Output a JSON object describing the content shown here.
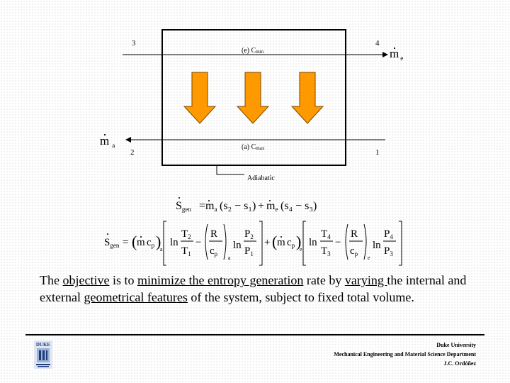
{
  "diagram": {
    "top_label": "(e) C",
    "top_label_sub": "min",
    "bottom_label": "(a) C",
    "bottom_label_sub": "max",
    "adiabatic_label": "Adiabatic",
    "node_3": "3",
    "node_4": "4",
    "node_2": "2",
    "node_1": "1",
    "mdot_symbol": "m",
    "mdot_e_sub": "e",
    "mdot_a_sub": "a",
    "arrow_color": "#ff9900",
    "arrow_stroke": "#7a4a00"
  },
  "equations": {
    "eq1": {
      "lhs": "S",
      "lhs_sub": "gen",
      "term1": "m",
      "term1_sub": "a",
      "term1_body": "(s₂ − s₁)",
      "term2": "m",
      "term2_sub": "e",
      "term2_body": "(s₄ − s₃)"
    },
    "eq2": {
      "ln": "ln",
      "R": "R",
      "c": "c",
      "p": "p",
      "T2": "T",
      "T2_sub": "2",
      "T1": "T",
      "T1_sub": "1",
      "P2": "P",
      "P2_sub": "2",
      "P1": "P",
      "P1_sub": "1",
      "T4": "T",
      "T4_sub": "4",
      "T3": "T",
      "T3_sub": "3",
      "P4": "P",
      "P4_sub": "4",
      "P3": "P",
      "P3_sub": "3",
      "sub_a": "a",
      "sub_e": "e"
    }
  },
  "paragraph": {
    "p1": "The ",
    "objective": "objective",
    "p2": " is to ",
    "minimize": "minimize the entropy generation",
    "p3": " rate by ",
    "varying": "varying ",
    "p4": "the internal and external ",
    "geometrical": "geometrical features",
    "p5": " of the system, subject to fixed total volume."
  },
  "footer": {
    "line1": "Duke University",
    "line2": "Mechanical Engineering and Material Science Department",
    "line3": "J.C. Ordóñez",
    "logo_text": "DUKE"
  }
}
